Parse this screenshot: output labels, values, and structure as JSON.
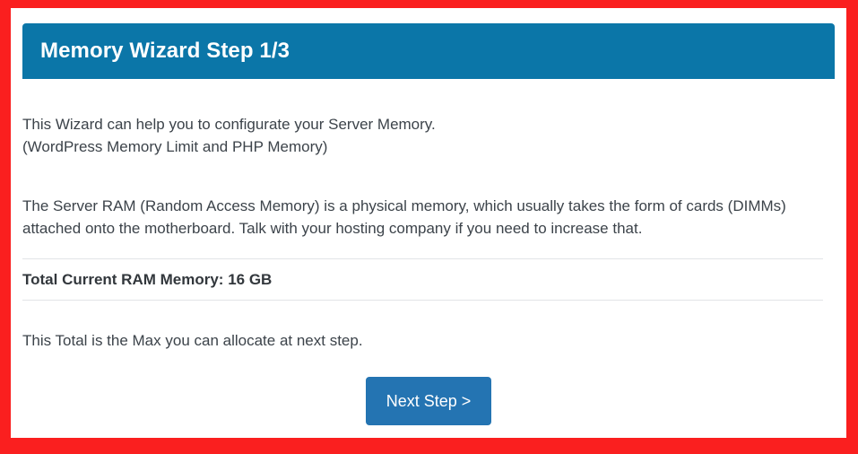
{
  "theme": {
    "frame_color": "#fa1f1f",
    "card_background": "#ffffff",
    "header_color": "#0b76a8",
    "button_color": "#2474b2",
    "text_color": "#3c434a",
    "divider_color": "#e2e4e7"
  },
  "header": {
    "title": "Memory Wizard Step 1/3"
  },
  "body": {
    "intro_line_1": "This Wizard can help you to configurate your Server Memory.",
    "intro_line_2": "(WordPress Memory Limit and PHP Memory)",
    "ram_description": "The Server RAM (Random Access Memory) is a physical memory, which usually takes the form of cards (DIMMs) attached onto the motherboard. Talk with your hosting company if you need to increase that.",
    "total_ram_label": "Total Current RAM Memory: 16 GB",
    "max_note": "This Total is the Max you can allocate at next step."
  },
  "actions": {
    "next_step_label": "Next Step >"
  }
}
